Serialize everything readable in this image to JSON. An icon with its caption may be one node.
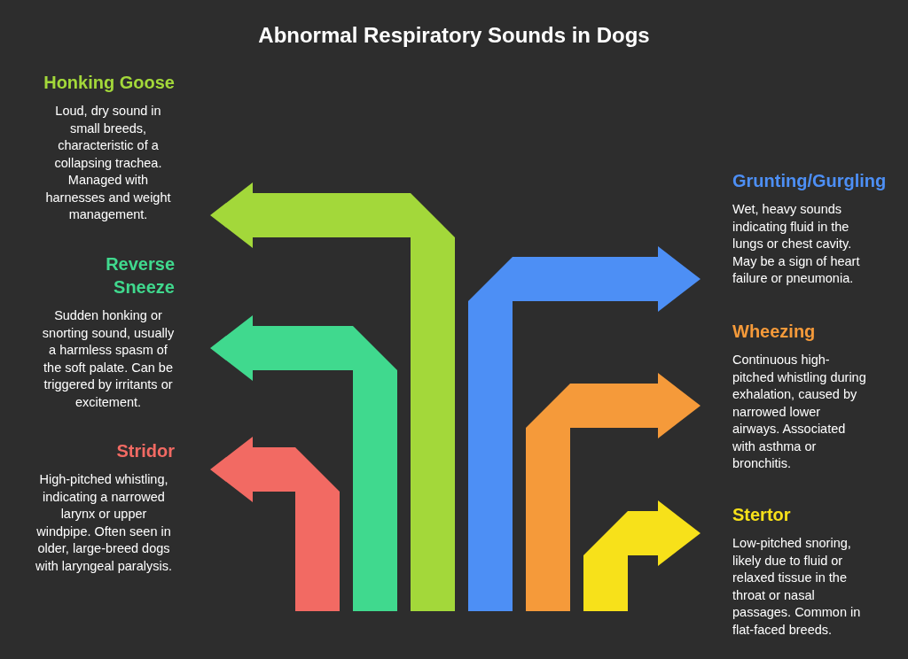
{
  "diagram": {
    "title": "Abnormal Respiratory Sounds in Dogs",
    "nodes": [
      {
        "text": [
          "Honking Goose",
          "Loud, dry sound in small breeds, characteristic of a collapsing trachea. Managed with harnesses and weight management."
        ]
      },
      {
        "text": [
          "Reverse Sneeze",
          "Sudden honking or snorting sound, usually a harmless spasm of the soft palate. Can be triggered by irritants or excitement."
        ]
      },
      {
        "text": [
          "Stridor",
          "High-pitched whistling, indicating a narrowed larynx or upper windpipe. Often seen in older, large-breed dogs with laryngeal paralysis."
        ]
      },
      {
        "text": [
          "Grunting/Gurgling",
          "Wet, heavy sounds indicating fluid in the lungs or chest cavity. May be a sign of heart failure or pneumonia."
        ]
      },
      {
        "text": [
          "Wheezing",
          "Continuous high-pitched whistling during exhalation, caused by narrowed lower airways. Associated with asthma or bronchitis."
        ]
      },
      {
        "text": [
          "Stertor",
          "Low-pitched snoring, likely due to fluid or relaxed tissue in the throat or nasal passages. Common in flat-faced breeds."
        ]
      }
    ]
  }
}
